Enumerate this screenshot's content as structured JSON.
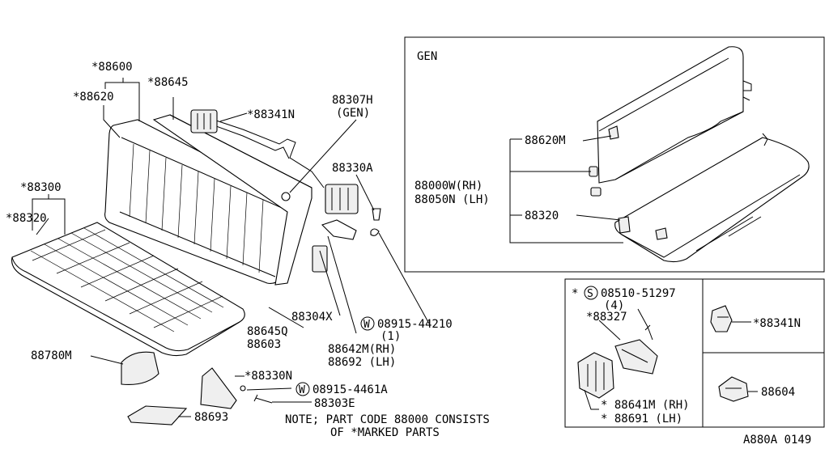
{
  "diagram": {
    "labels": {
      "p88600": "*88600",
      "p88620": "*88620",
      "p88645": "*88645",
      "p88341N": "*88341N",
      "p88307H": "88307H",
      "p88307H_sub": "(GEN)",
      "p88330A": "88330A",
      "p88300": "*88300",
      "p88320": "*88320",
      "p88304X": "88304X",
      "p88645Q": "88645Q",
      "p88603": "88603",
      "p88642M": "88642M(RH)",
      "p88692": "88692 (LH)",
      "p08915_44210": "08915-44210",
      "p08915_44210_qty": "(1)",
      "p88780M": "88780M",
      "p88330N": "*88330N",
      "p08915_4461A": "08915-4461A",
      "p88303E": "88303E",
      "p88693": "88693",
      "note_line1": "NOTE; PART CODE 88000 CONSISTS",
      "note_line2": "OF *MARKED PARTS"
    },
    "gen_box": {
      "title": "GEN",
      "p88620M": "88620M",
      "p88000W": "88000W(RH)",
      "p88050N": "88050N (LH)",
      "p88320": "88320"
    },
    "inset_left": {
      "p08510": "08510-51297",
      "p08510_prefix": "*",
      "p08510_qty": "(4)",
      "p88327": "*88327",
      "p88641M": "* 88641M (RH)",
      "p88691": "* 88691  (LH)"
    },
    "inset_right_top": {
      "p88341N": "*88341N"
    },
    "inset_right_bottom": {
      "p88604": "88604"
    },
    "circle_w": "W",
    "circle_s": "S",
    "diagram_id": "A880A 0149"
  }
}
